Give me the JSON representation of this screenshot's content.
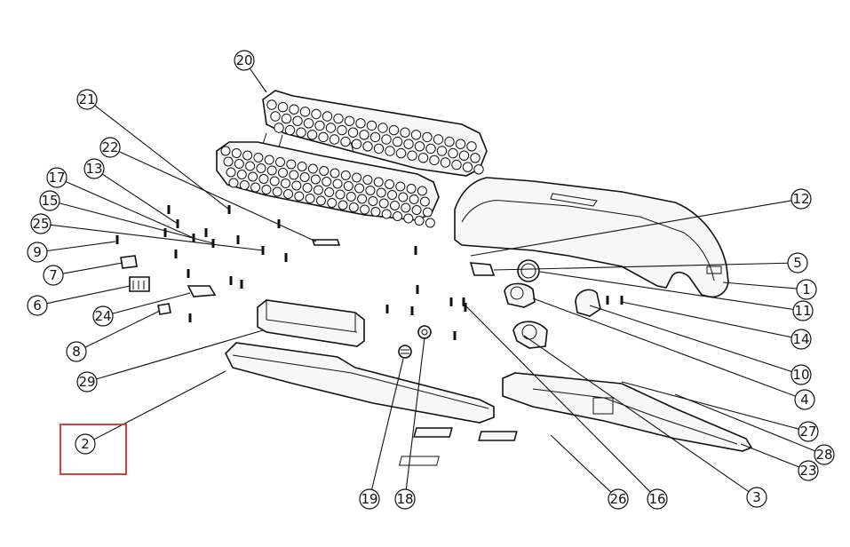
{
  "labels": {
    "p1": "1",
    "p2": "2",
    "p3": "3",
    "p4": "4",
    "p5": "5",
    "p6": "6",
    "p7": "7",
    "p8": "8",
    "p9": "9",
    "p10": "10",
    "p11": "11",
    "p12": "12",
    "p13": "13",
    "p14": "14",
    "p15": "15",
    "p16": "16",
    "p17": "17",
    "p18": "18",
    "p19": "19",
    "p20": "20",
    "p21": "21",
    "p22": "22",
    "p23": "23",
    "p24": "24",
    "p25": "25",
    "p26": "26",
    "p27": "27",
    "p28": "28",
    "p29": "29"
  },
  "highlight_color": "#d9403a"
}
